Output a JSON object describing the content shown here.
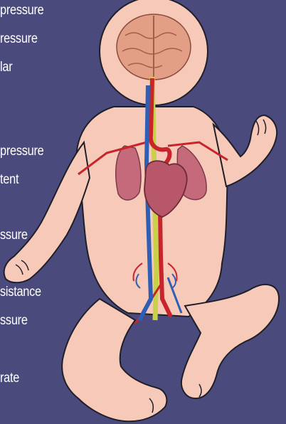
{
  "labels": [
    "pressure",
    "ressure",
    "lar",
    "pressure",
    "tent",
    "ssure",
    "sistance",
    "ssure",
    "rate"
  ],
  "colors": {
    "background": "#4a4a7c",
    "skin": "#f7c9b8",
    "outline": "#1f1f2a",
    "artery": "#c8242b",
    "vein": "#2f5fb5",
    "nerve": "#c9d14a",
    "lung": "#c56a7a",
    "brain": "#e39e86"
  }
}
